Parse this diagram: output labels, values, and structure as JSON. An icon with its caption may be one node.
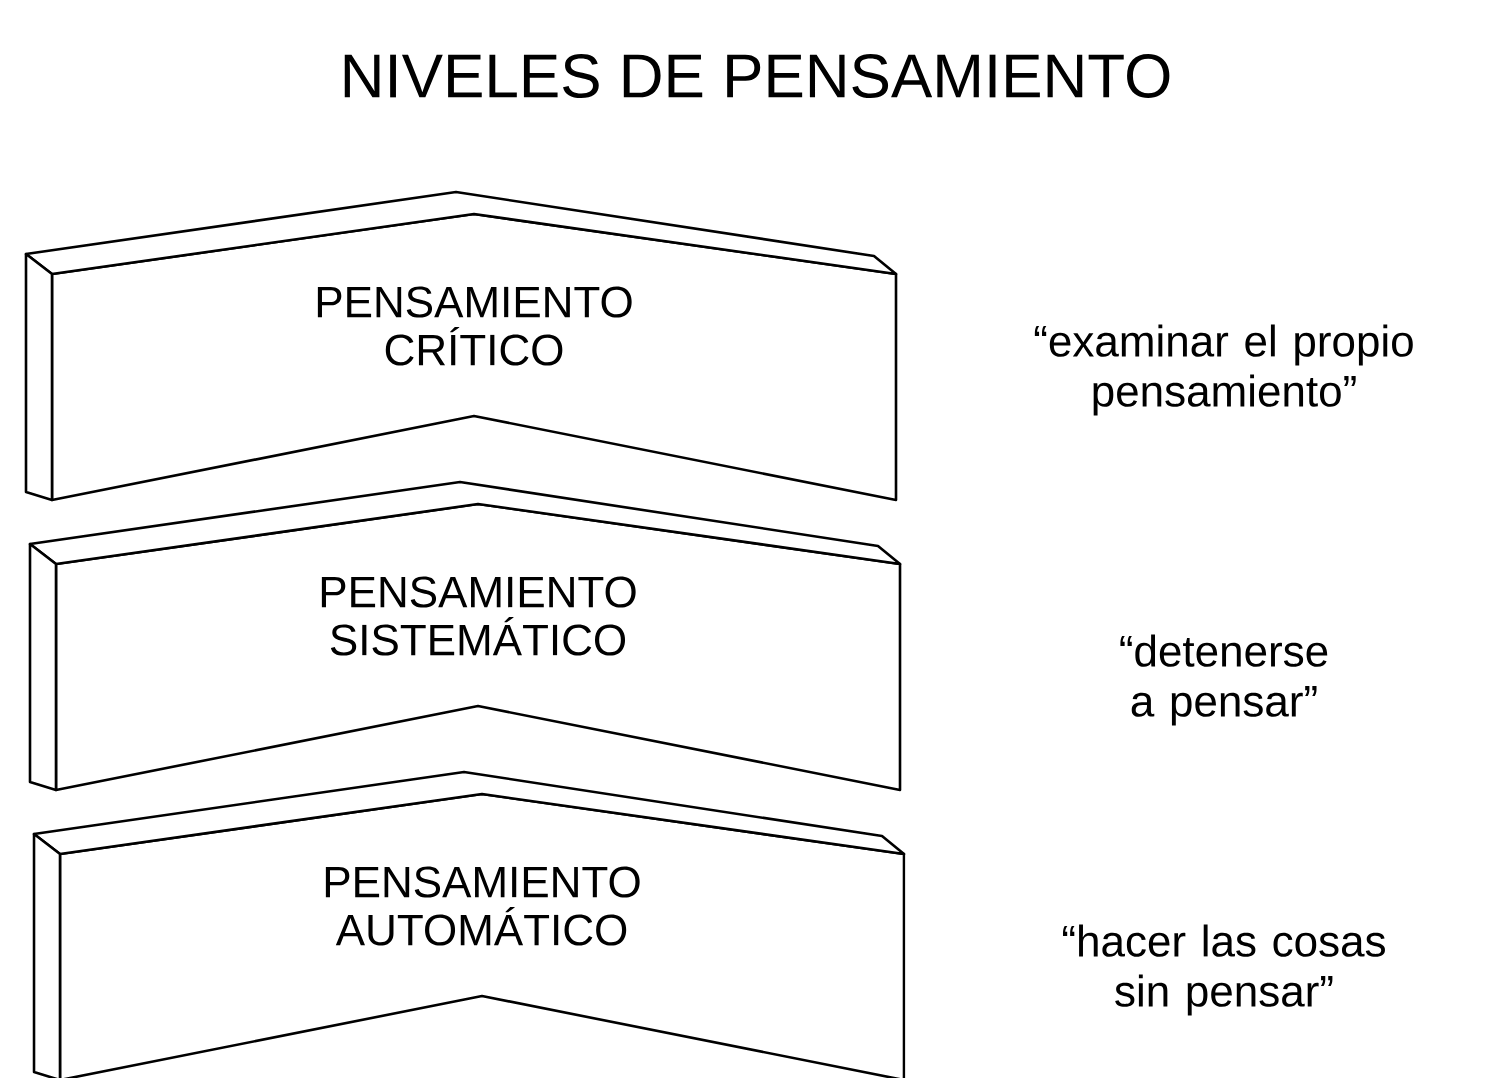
{
  "diagram": {
    "title": "NIVELES DE PENSAMIENTO",
    "nodes": [
      {
        "text": [
          "PENSAMIENTO CRÍTICO"
        ]
      },
      {
        "text": [
          "PENSAMIENTO SISTEMÁTICO"
        ]
      },
      {
        "text": [
          "PENSAMIENTO AUTOMÁTICO"
        ]
      }
    ],
    "labels": [
      "“examinar el propio pensamiento”",
      "“detenerse a pensar”",
      "“hacer las cosas sin pensar”"
    ]
  }
}
